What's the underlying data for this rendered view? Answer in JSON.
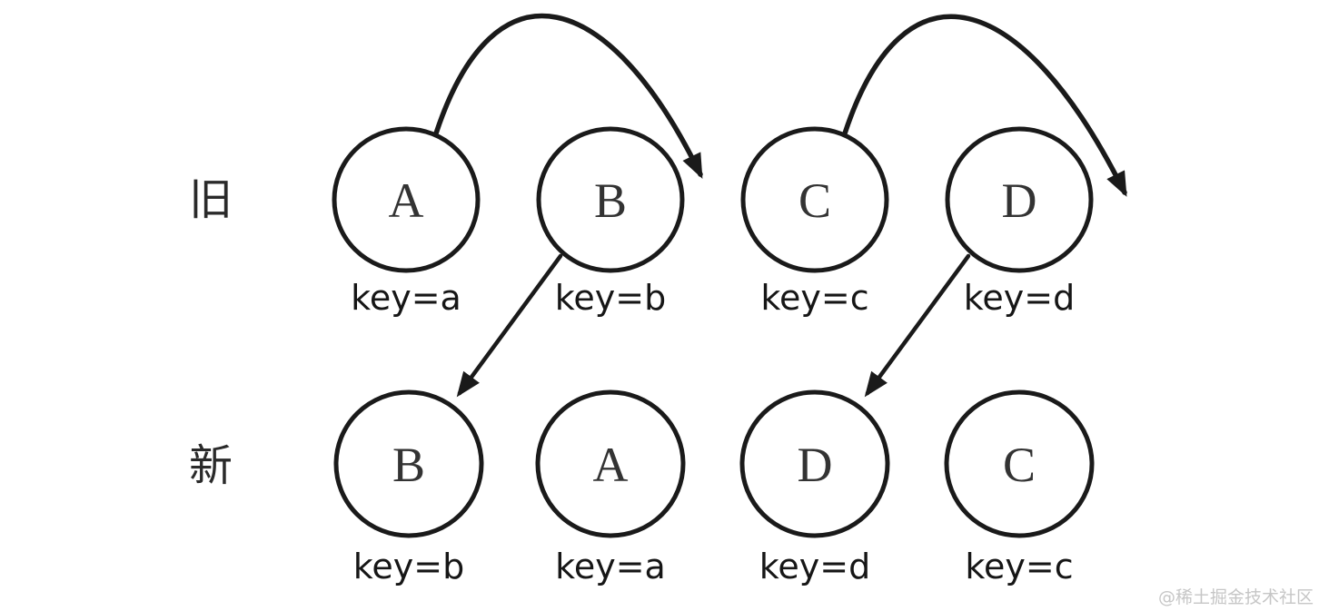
{
  "diagram": {
    "type": "vdom-key-diff-diagram",
    "rows": [
      {
        "label": "旧",
        "nodes": [
          {
            "letter": "A",
            "key": "key=a"
          },
          {
            "letter": "B",
            "key": "key=b"
          },
          {
            "letter": "C",
            "key": "key=c"
          },
          {
            "letter": "D",
            "key": "key=d"
          }
        ]
      },
      {
        "label": "新",
        "nodes": [
          {
            "letter": "B",
            "key": "key=b"
          },
          {
            "letter": "A",
            "key": "key=a"
          },
          {
            "letter": "D",
            "key": "key=d"
          },
          {
            "letter": "C",
            "key": "key=c"
          }
        ]
      }
    ],
    "arrows": [
      {
        "kind": "curved",
        "from": "old-A",
        "to": "after-old-B"
      },
      {
        "kind": "curved",
        "from": "old-C",
        "to": "after-old-D"
      },
      {
        "kind": "straight",
        "from": "old-B",
        "to": "new-B"
      },
      {
        "kind": "straight",
        "from": "old-D",
        "to": "new-D"
      }
    ],
    "colors": {
      "stroke": "#1a1a1a",
      "letter": "#333333",
      "key_text": "#161616",
      "watermark": "#c6c6c6",
      "background": "#ffffff"
    },
    "watermark": "@稀土掘金技术社区"
  }
}
